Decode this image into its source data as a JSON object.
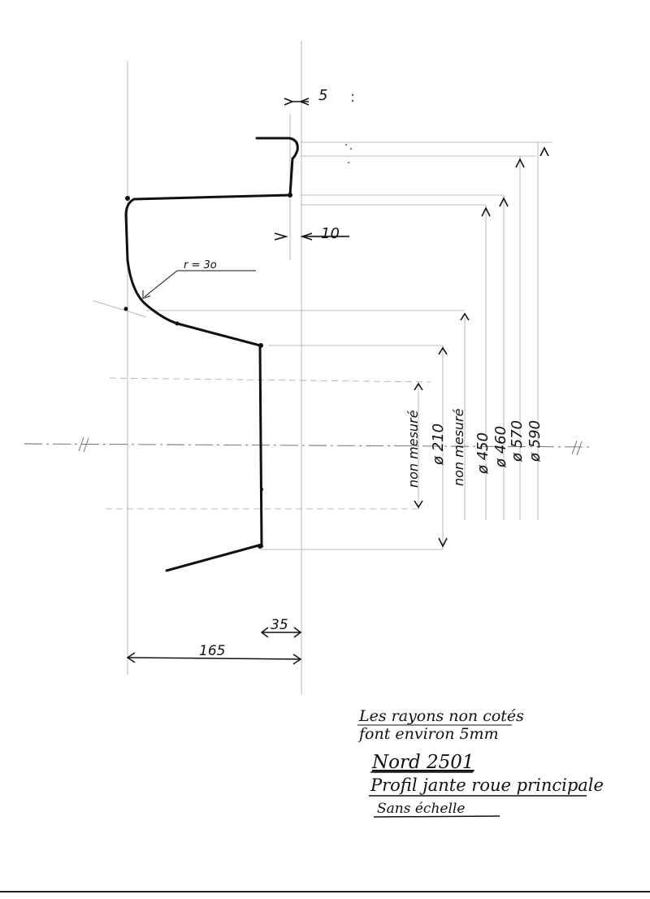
{
  "drawing": {
    "dimensions": {
      "lip_width": "5",
      "flange_thickness": "10",
      "radius": "r = 3o",
      "hub_offset": "35",
      "total_width": "165"
    },
    "diameters": {
      "non_mesure_left": "non mesuré",
      "d210": "ø 210",
      "non_mesure_right": "non mesuré",
      "d450": "ø 450",
      "d460": "ø 460",
      "d570": "ø 570",
      "d590": "ø 590"
    }
  },
  "notes": {
    "line1": "Les rayons non cotés",
    "line2": "font environ 5mm"
  },
  "title_block": {
    "designation": "Nord 2501",
    "subject": "Profil jante roue principale",
    "scale": "Sans échelle"
  },
  "colors": {
    "ink": "#111111",
    "construction": "#9a9a9a",
    "paper": "#ffffff"
  }
}
